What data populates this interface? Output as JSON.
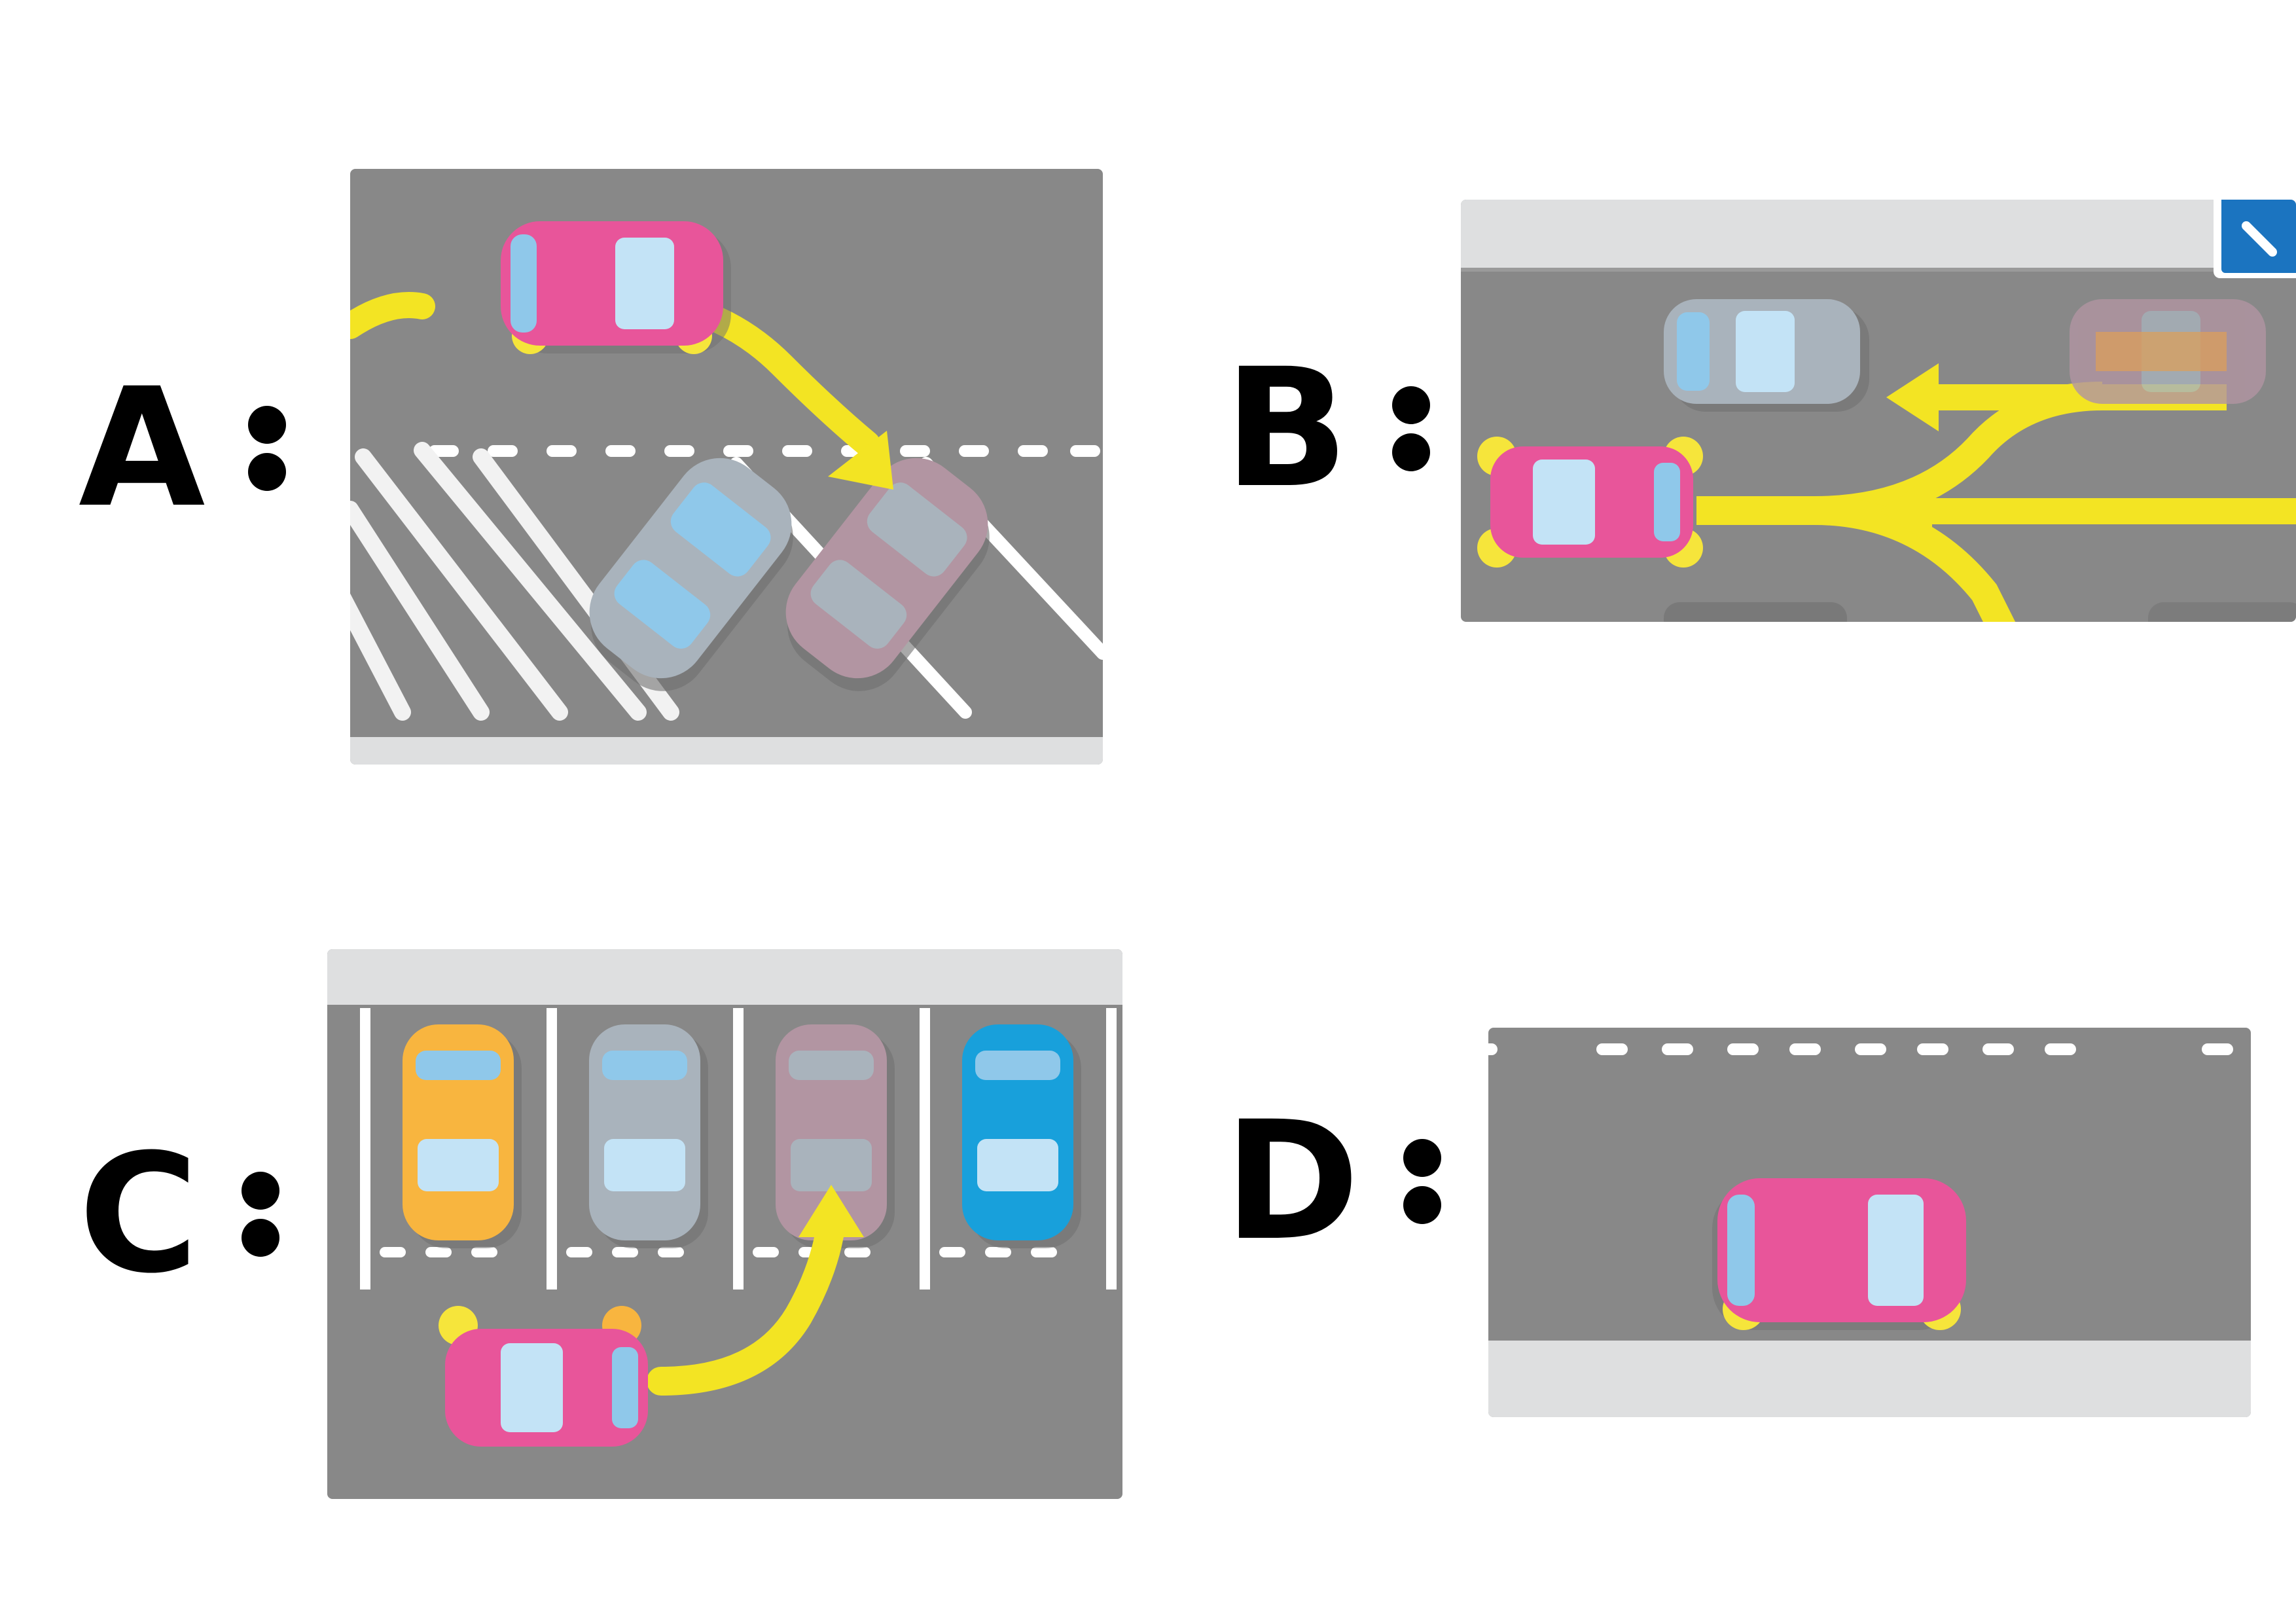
{
  "labels": {
    "a": "A",
    "b": "B",
    "c": "C",
    "d": "D"
  },
  "colors": {
    "asphalt": "#888888",
    "sidewalk": "#dedfe0",
    "marking": "#ffffff",
    "arrow": "#f3e423",
    "player_car": "#e8559a",
    "grey_car": "#a9b3bc",
    "mauve_car": "#b295a2",
    "orange_car": "#f8b53f",
    "blue_car": "#18a0db",
    "sign_blue": "#1b74c0"
  }
}
